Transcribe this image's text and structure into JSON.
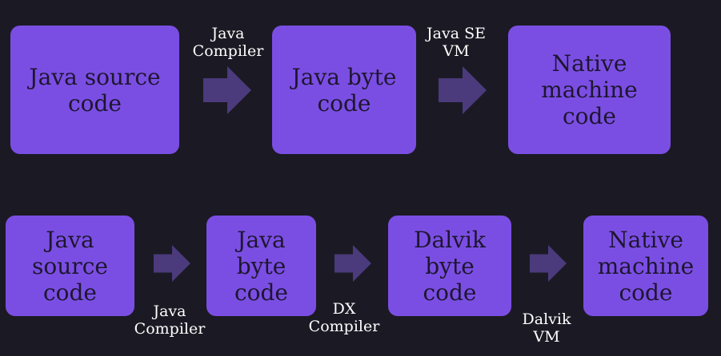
{
  "colors": {
    "background": "#1b1a24",
    "box_fill": "#7b4ee3",
    "box_text": "#1d1630",
    "arrow_fill": "#4b3a7c",
    "label_text": "#ffffff"
  },
  "top_flow": {
    "boxes": [
      {
        "label": "Java source\ncode"
      },
      {
        "label": "Java byte\ncode"
      },
      {
        "label": "Native\nmachine\ncode"
      }
    ],
    "steps": [
      {
        "label": "Java\nCompiler"
      },
      {
        "label": "Java SE\nVM"
      }
    ]
  },
  "bottom_flow": {
    "boxes": [
      {
        "label": "Java\nsource\ncode"
      },
      {
        "label": "Java\nbyte\ncode"
      },
      {
        "label": "Dalvik\nbyte\ncode"
      },
      {
        "label": "Native\nmachine\ncode"
      }
    ],
    "steps": [
      {
        "label": "Java\nCompiler"
      },
      {
        "label": "DX\nCompiler"
      },
      {
        "label": "Dalvik\nVM"
      }
    ]
  }
}
